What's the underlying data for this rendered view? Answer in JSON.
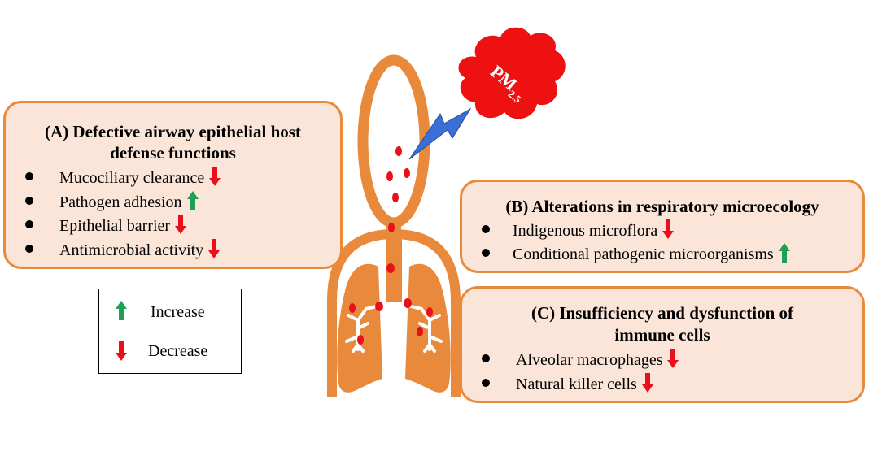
{
  "pollutant": {
    "base": "PM",
    "subscript": "2.5"
  },
  "panels": {
    "a": {
      "title_line1": "(A) Defective airway epithelial host",
      "title_line2": "defense functions",
      "items": [
        {
          "label": "Mucociliary clearance",
          "trend": "decrease"
        },
        {
          "label": "Pathogen adhesion",
          "trend": "increase"
        },
        {
          "label": "Epithelial barrier",
          "trend": "decrease"
        },
        {
          "label": "Antimicrobial activity",
          "trend": "decrease"
        }
      ]
    },
    "b": {
      "title": "(B) Alterations in respiratory microecology",
      "items": [
        {
          "label": "Indigenous microflora",
          "trend": "decrease"
        },
        {
          "label": "Conditional pathogenic microorganisms",
          "trend": "increase"
        }
      ]
    },
    "c": {
      "title_line1": "(C) Insufficiency and dysfunction of",
      "title_line2": "immune cells",
      "items": [
        {
          "label": "Alveolar macrophages",
          "trend": "decrease"
        },
        {
          "label": "Natural killer cells",
          "trend": "decrease"
        }
      ]
    }
  },
  "legend": {
    "increase_label": "Increase",
    "decrease_label": "Decrease"
  },
  "colors": {
    "panel_fill": "#fae5d8",
    "panel_border": "#e8893c",
    "organ": "#e8893c",
    "increase_arrow": "#1fa055",
    "decrease_arrow": "#e8101a",
    "pm_cloud": "#ee1111",
    "bolt": "#3a6fd6"
  }
}
